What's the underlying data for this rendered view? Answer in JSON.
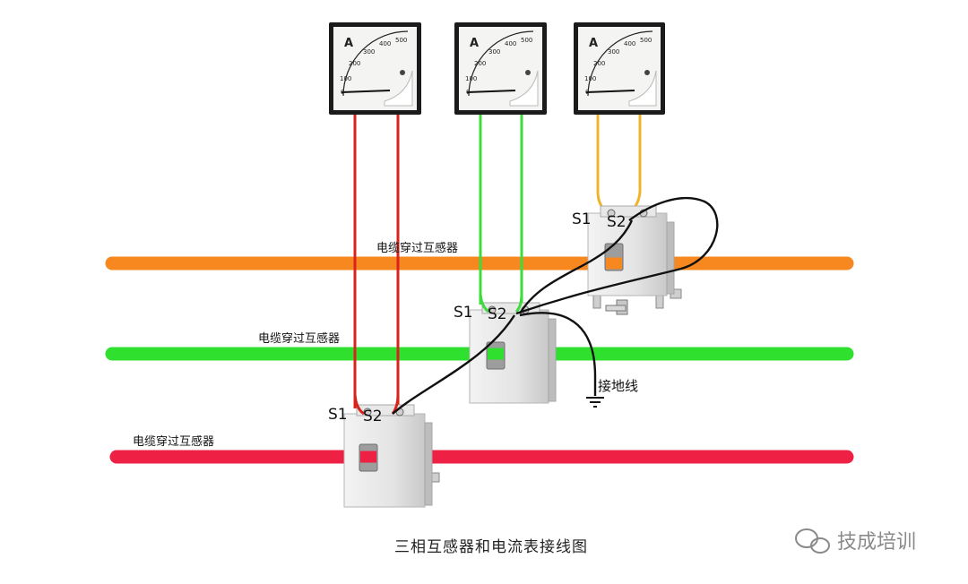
{
  "cable_label": "电缆穿过互感器",
  "terminals": {
    "s1": "S1",
    "s2": "S2"
  },
  "ground_label": "接地线",
  "caption": "三相互感器和电流表接线图",
  "watermark": "技成培训",
  "meter": {
    "unit": "A",
    "scale": [
      "0",
      "100",
      "200",
      "300",
      "400",
      "500"
    ]
  },
  "colors": {
    "phase_a": "#f7881f",
    "phase_b": "#2fe02f",
    "phase_c": "#ee2043",
    "wire_red": "#d8231c",
    "wire_green": "#3bdc3b",
    "wire_yellow": "#f2b32c",
    "wire_black": "#111111"
  }
}
